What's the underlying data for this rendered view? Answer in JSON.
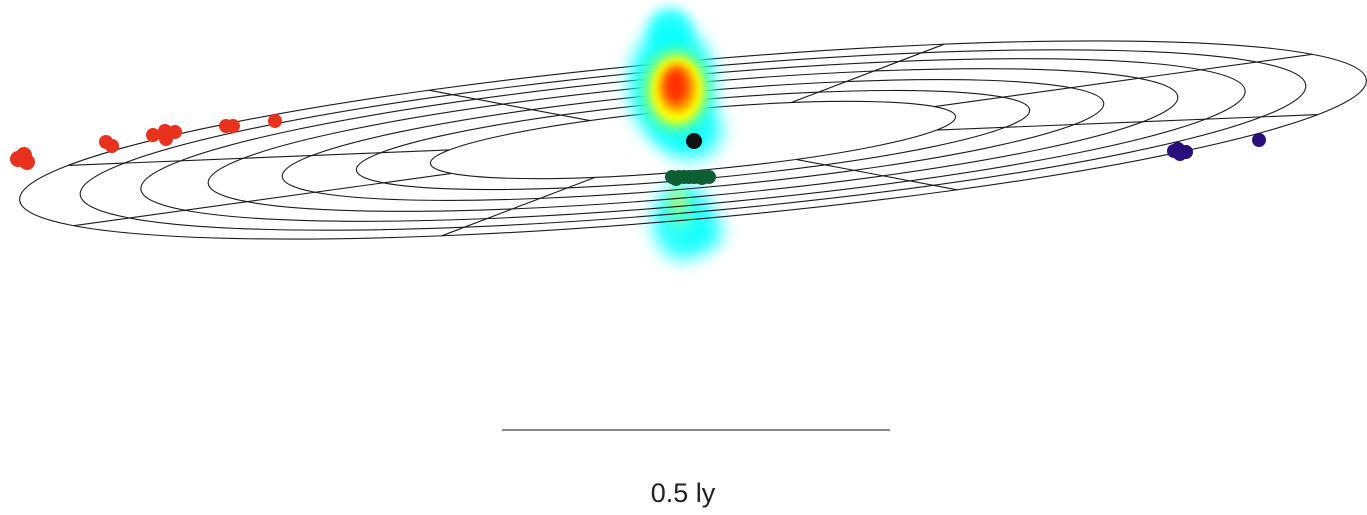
{
  "scale_bar": {
    "label": "0.5 ly"
  },
  "colors": {
    "background": "#ffffff",
    "grid": "#1a1a1a",
    "red_clumps": "#e8321e",
    "blue_clumps": "#2a0f7a",
    "green_clumps": "#0e5e34",
    "center_object": "#111111",
    "scale_bar": "#888888",
    "emission_cmap": [
      "#00ffff",
      "#7fff7f",
      "#ffff00",
      "#ff8000",
      "#ff2a00"
    ]
  },
  "marker_groups": [
    {
      "name": "red",
      "count": 12,
      "color": "#e8321e"
    },
    {
      "name": "blue",
      "count": 5,
      "color": "#2a0f7a"
    },
    {
      "name": "green",
      "count": 10,
      "color": "#0e5e34"
    }
  ]
}
